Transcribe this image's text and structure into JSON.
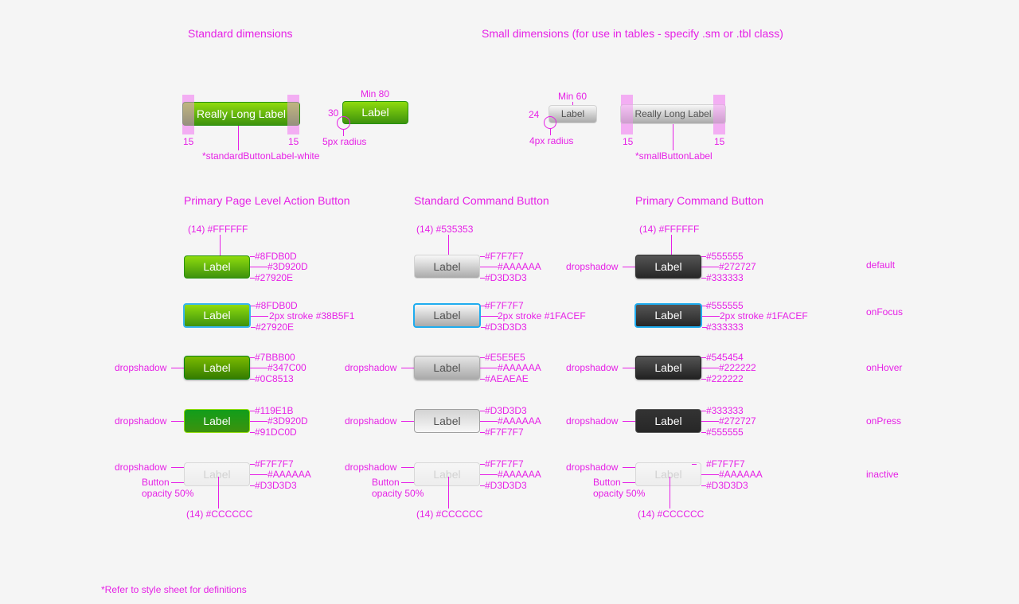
{
  "headers": {
    "standard_dims": "Standard dimensions",
    "small_dims": "Small dimensions (for use in tables - specify .sm or .tbl class)",
    "primary_page": "Primary Page Level Action Button",
    "standard_cmd": "Standard Command Button",
    "primary_cmd": "Primary Command Button"
  },
  "dims": {
    "long_label": "Really Long Label",
    "label": "Label",
    "pad_15": "15",
    "min_80": "Min 80",
    "min_60": "Min 60",
    "h_30": "30",
    "h_24": "24",
    "radius_5": "5px radius",
    "radius_4": "4px radius",
    "std_label_style": "*standardButtonLabel-white",
    "small_label_style": "*smallButtonLabel"
  },
  "states": [
    "default",
    "onFocus",
    "onHover",
    "onPress",
    "inactive"
  ],
  "common": {
    "label": "Label",
    "dropshadow": "dropshadow",
    "button": "Button",
    "opacity": "opacity 50%",
    "inactive_text": "(14) #CCCCCC"
  },
  "primary_page": {
    "text_color": "(14) #FFFFFF",
    "default": [
      "#8FDB0D",
      "#3D920D",
      "#27920E"
    ],
    "focus": [
      "#8FDB0D",
      "2px stroke #38B5F1",
      "#27920E"
    ],
    "hover": [
      "#7BBB00",
      "#347C00",
      "#0C8513"
    ],
    "press": [
      "#119E1B",
      "#3D920D",
      "#91DC0D"
    ],
    "inactive": [
      "#F7F7F7",
      "#AAAAAA",
      "#D3D3D3"
    ]
  },
  "standard_cmd": {
    "text_color": "(14) #535353",
    "default": [
      "#F7F7F7",
      "#AAAAAA",
      "#D3D3D3"
    ],
    "focus": [
      "#F7F7F7",
      "2px stroke #1FACEF",
      "#D3D3D3"
    ],
    "hover": [
      "#E5E5E5",
      "#AAAAAA",
      "#AEAEAE"
    ],
    "press": [
      "#D3D3D3",
      "#AAAAAA",
      "#F7F7F7"
    ],
    "inactive": [
      "#F7F7F7",
      "#AAAAAA",
      "#D3D3D3"
    ]
  },
  "primary_cmd": {
    "text_color": "(14) #FFFFFF",
    "default": [
      "#555555",
      "#272727",
      "#333333"
    ],
    "focus": [
      "#555555",
      "2px stroke #1FACEF",
      "#333333"
    ],
    "hover": [
      "#545454",
      "#222222",
      "#222222"
    ],
    "press": [
      "#333333",
      "#272727",
      "#555555"
    ],
    "inactive": [
      "#F7F7F7",
      "#AAAAAA",
      "#D3D3D3"
    ]
  },
  "footnote": "*Refer to style sheet for definitions",
  "colors": {
    "annotation": "#e621e6",
    "pad_highlight": "#f290f2"
  }
}
